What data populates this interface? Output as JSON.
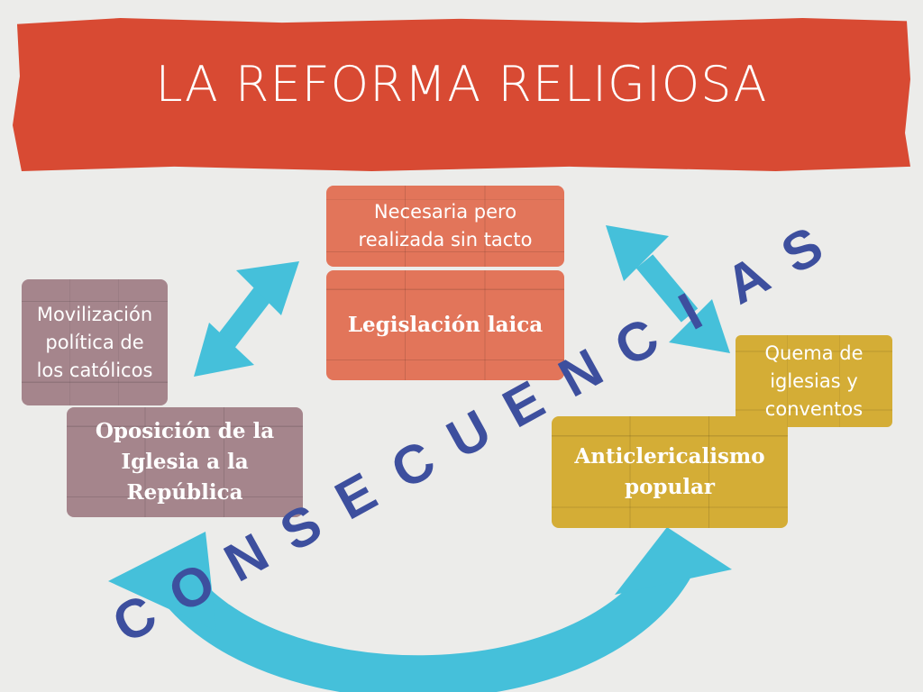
{
  "slide": {
    "title": "LA REFORMA RELIGIOSA",
    "boxes": {
      "necesaria": "Necesaria pero\nrealizada sin tacto",
      "legislacion": "Legislación laica",
      "movilizacion": "Movilización\npolítica de\nlos católicos",
      "oposicion": "Oposición de la\nIglesia a la\nRepública",
      "quema": "Quema de\niglesias y\nconventos",
      "anticlericalismo": "Anticlericalismo\npopular"
    },
    "consecuencias_letters": [
      "C",
      "O",
      "N",
      "S",
      "E",
      "C",
      "U",
      "E",
      "N",
      "C",
      "I",
      "A",
      "S"
    ]
  },
  "colors": {
    "banner": "#d84a33",
    "salmon": "#e2755a",
    "mauve": "#a5858c",
    "gold": "#d4ad36",
    "arrow": "#45c0da",
    "consecuencias": "#3d4f9e"
  }
}
